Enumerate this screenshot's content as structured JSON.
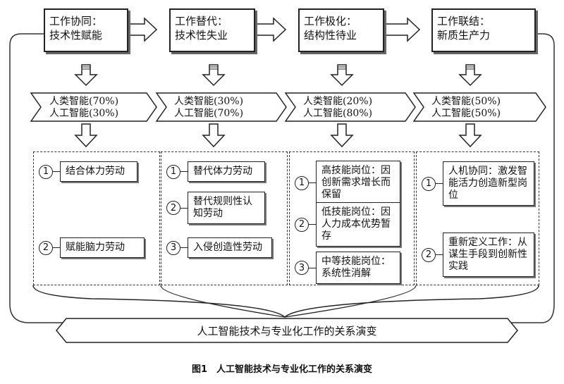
{
  "stages": [
    {
      "title": "工作协同：",
      "subtitle": "技术性赋能",
      "human": "人类智能(70%)",
      "ai": "人工智能(30%)",
      "items": [
        {
          "num": "1",
          "text": "结合体力劳动"
        },
        {
          "num": "2",
          "text": "赋能脑力劳动"
        }
      ]
    },
    {
      "title": "工作替代：",
      "subtitle": "技术性失业",
      "human": "人类智能(30%)",
      "ai": "人工智能(70%)",
      "items": [
        {
          "num": "1",
          "text": "替代体力劳动"
        },
        {
          "num": "2",
          "text": "替代规则性认知劳动"
        },
        {
          "num": "3",
          "text": "入侵创造性劳动"
        }
      ]
    },
    {
      "title": "工作极化：",
      "subtitle": "结构性待业",
      "human": "人类智能(20%)",
      "ai": "人工智能(80%)",
      "items": [
        {
          "num": "1",
          "text": "高技能岗位：因创新需求增长而保留"
        },
        {
          "num": "2",
          "text": "低技能岗位：因人力成本优势暂存"
        },
        {
          "num": "3",
          "text": "中等技能岗位：系统性消解"
        }
      ]
    },
    {
      "title": "工作联结：",
      "subtitle": "新质生产力",
      "human": "人类智能(50%)",
      "ai": "人工智能(50%)",
      "items": [
        {
          "num": "1",
          "text": "人机协同：激发智能活力创造新型岗位"
        },
        {
          "num": "2",
          "text": "重新定义工作：从谋生手段到创新性实践"
        }
      ]
    }
  ],
  "bottom_label": "人工智能技术与专业化工作的关系演变",
  "caption": "图1　人工智能技术与专业化工作的关系演变"
}
